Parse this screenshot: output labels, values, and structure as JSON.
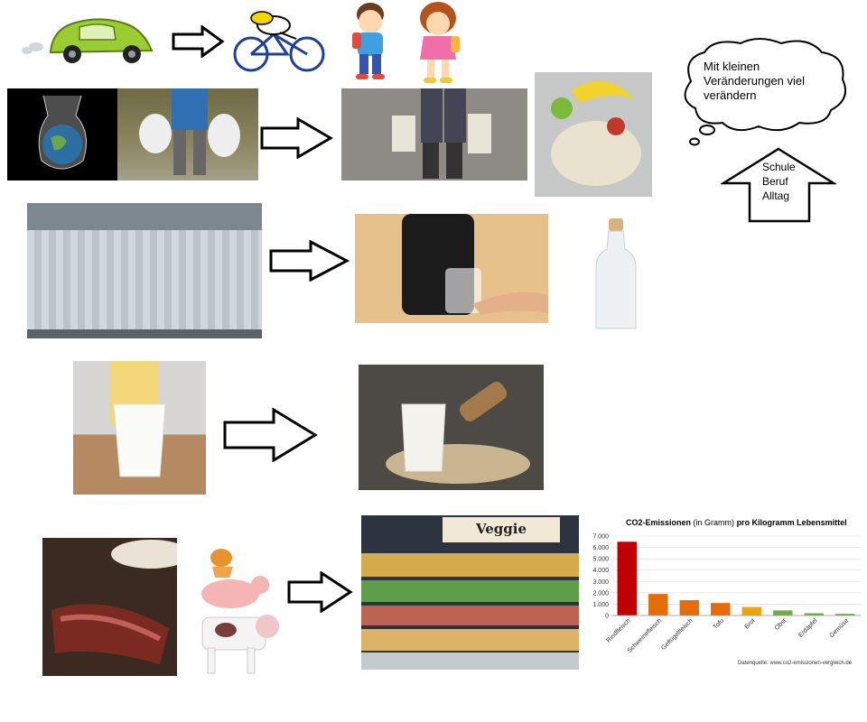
{
  "thought_bubble": {
    "lines": [
      "Mit kleinen",
      "Veränderungen viel",
      "verändern"
    ]
  },
  "up_arrow": {
    "lines": [
      "Schule",
      "Beruf",
      "Alltag"
    ]
  },
  "veggie_sign": "Veggie",
  "colors": {
    "arrow_stroke": "#000000",
    "beef_bar": "#c00000",
    "pork_bar": "#e46c0a",
    "veg_bar": "#70ad47"
  },
  "chart_data": {
    "type": "bar",
    "title_parts": [
      "CO2-Emissionen",
      "(in Gramm)",
      "pro Kilogramm Lebensmittel"
    ],
    "categories": [
      "Rindfleisch",
      "Schweinefleisch",
      "Geflügelfleisch",
      "Tofu",
      "Brot",
      "Obst",
      "Erdäpfel",
      "Gemüse"
    ],
    "values": [
      6500,
      1900,
      1350,
      1100,
      750,
      450,
      200,
      150
    ],
    "colors": [
      "#c00000",
      "#e46c0a",
      "#e46c0a",
      "#e46c0a",
      "#f0a30a",
      "#70ad47",
      "#70ad47",
      "#70ad47"
    ],
    "ylim": [
      0,
      7000
    ],
    "yticks": [
      "0",
      "1.000",
      "2.000",
      "3.000",
      "4.000",
      "5.000",
      "6.000",
      "7.000"
    ],
    "source": "Datenquelle: www.co2-emissionen-vergleich.de"
  }
}
